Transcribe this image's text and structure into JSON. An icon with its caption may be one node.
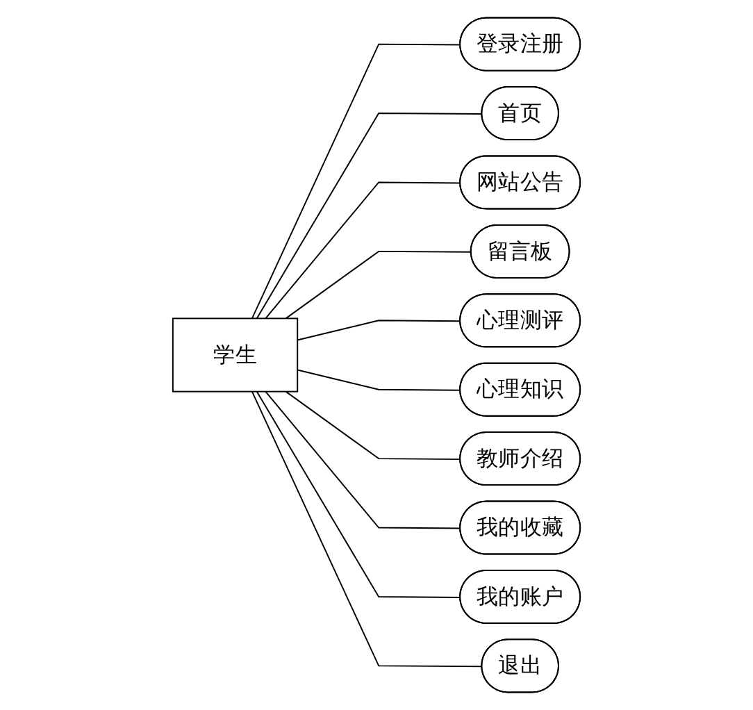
{
  "diagram": {
    "nodes": [
      {
        "text": [
          "学生"
        ]
      },
      {
        "text": [
          "登录注册"
        ]
      },
      {
        "text": [
          "首页"
        ]
      },
      {
        "text": [
          "网站公告"
        ]
      },
      {
        "text": [
          "留言板"
        ]
      },
      {
        "text": [
          "心理测评"
        ]
      },
      {
        "text": [
          "心理知识"
        ]
      },
      {
        "text": [
          "教师介绍"
        ]
      },
      {
        "text": [
          "我的收藏"
        ]
      },
      {
        "text": [
          "我的账户"
        ]
      },
      {
        "text": [
          "退出"
        ]
      }
    ],
    "edges": [
      {
        "from": 0,
        "to": 1,
        "arrow": "none"
      },
      {
        "from": 0,
        "to": 2,
        "arrow": "none"
      },
      {
        "from": 0,
        "to": 3,
        "arrow": "none"
      },
      {
        "from": 0,
        "to": 4,
        "arrow": "none"
      },
      {
        "from": 0,
        "to": 5,
        "arrow": "none"
      },
      {
        "from": 0,
        "to": 6,
        "arrow": "none"
      },
      {
        "from": 0,
        "to": 7,
        "arrow": "none"
      },
      {
        "from": 0,
        "to": 8,
        "arrow": "none"
      },
      {
        "from": 0,
        "to": 9,
        "arrow": "none"
      },
      {
        "from": 0,
        "to": 10,
        "arrow": "none"
      }
    ]
  }
}
